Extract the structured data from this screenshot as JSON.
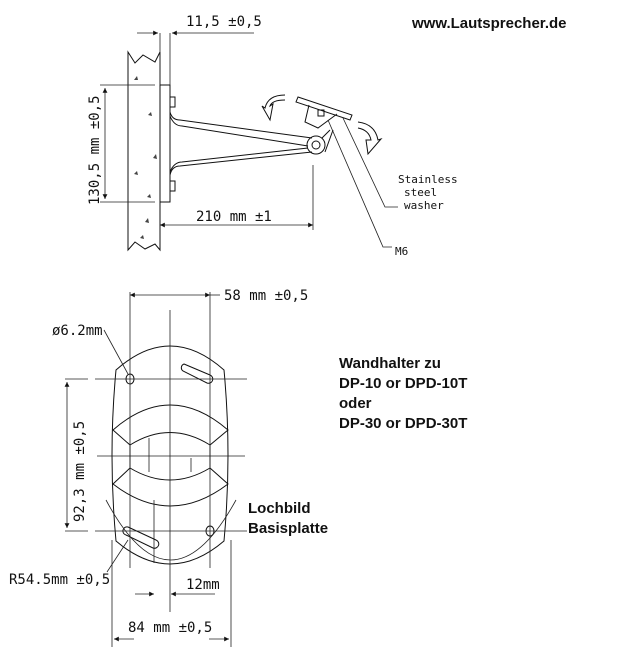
{
  "website": "www.Lautsprecher.de",
  "side_view": {
    "dim_thickness": "11,5  ±0,5",
    "dim_height": "130,5  mm  ±0,5",
    "dim_length": "210  mm  ±1",
    "washer_label": [
      "Stainless",
      "steel",
      "washer"
    ],
    "bolt_label": "M6"
  },
  "base_plate": {
    "dim_width_holes": "58  mm  ±0,5",
    "hole_diameter": "ø6.2mm",
    "dim_height_holes": "92,3  mm  ±0,5",
    "radius": "R54.5mm  ±0,5",
    "dim_offset": "12mm",
    "dim_width_plate": "84  mm  ±0,5",
    "title": [
      "Lochbild",
      "Basisplatte"
    ]
  },
  "description": [
    "Wandhalter zu",
    "DP-10 or DPD-10T",
    "oder",
    "DP-30 or DPD-30T"
  ]
}
